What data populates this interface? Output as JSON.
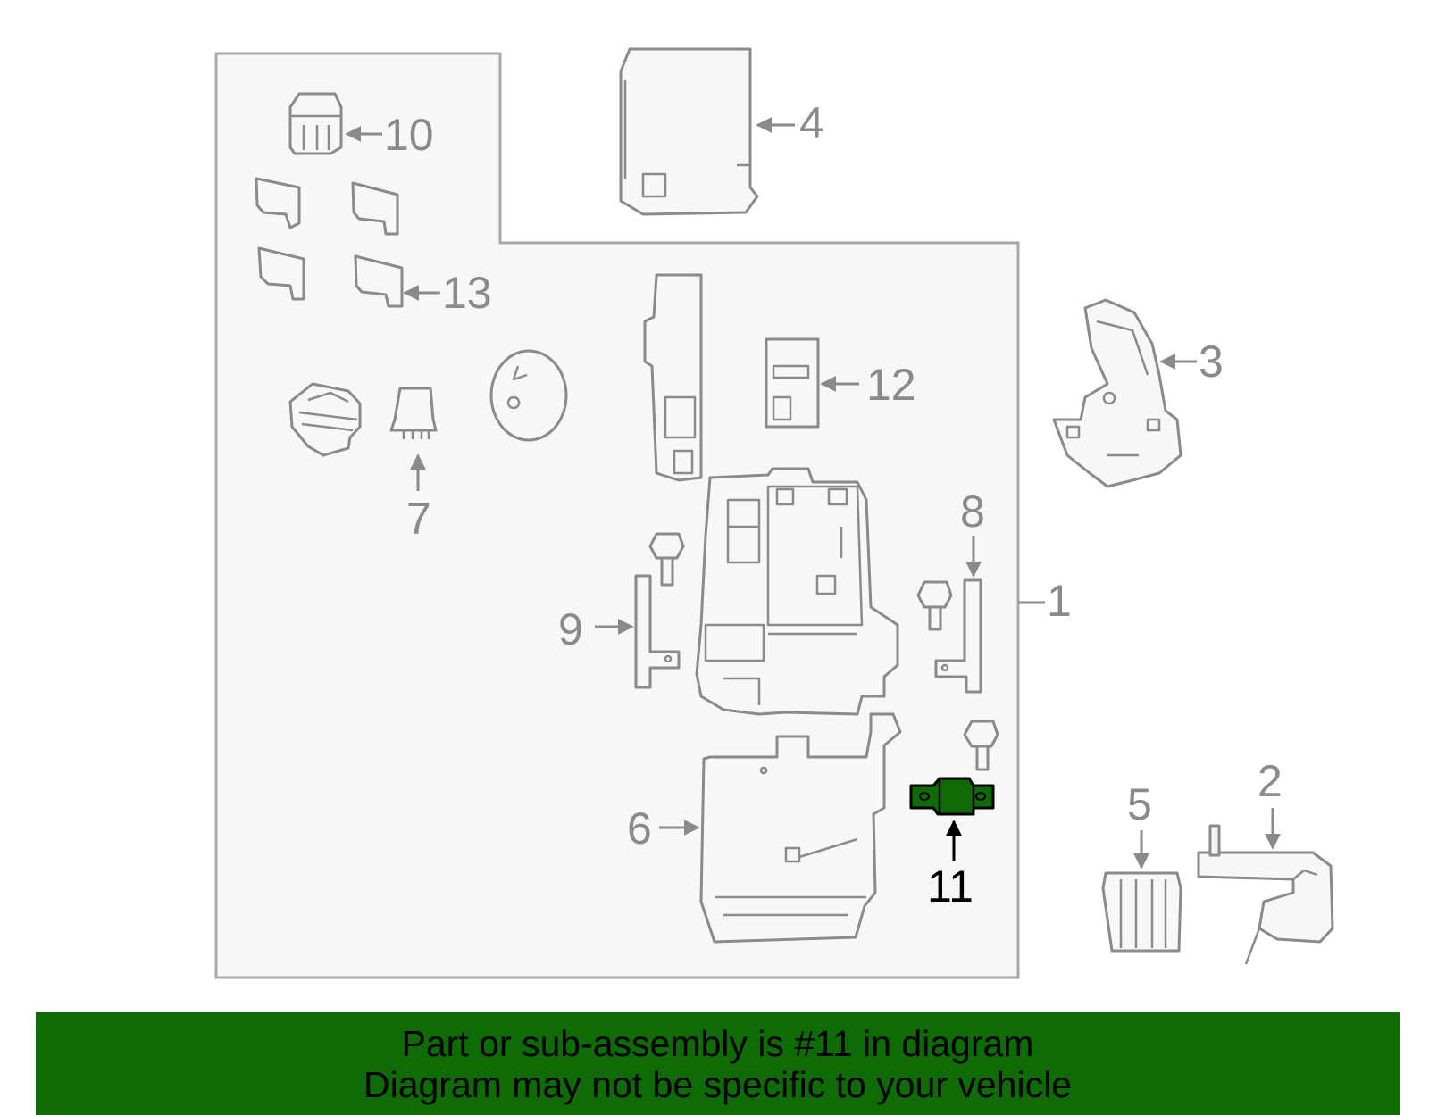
{
  "diagram": {
    "callouts": [
      "1",
      "2",
      "3",
      "4",
      "5",
      "6",
      "7",
      "8",
      "9",
      "10",
      "11",
      "12",
      "13"
    ],
    "highlighted_part": "11"
  },
  "banner": {
    "line1": "Part or sub-assembly is #11 in diagram",
    "line2": "Diagram may not be specific to your vehicle"
  },
  "colors": {
    "line_gray": "#8a8a8a",
    "panel_fill": "#f7f7f7",
    "highlight_green": "#0e6b06",
    "banner_green": "#0e6b06",
    "highlight_label": "#000000"
  }
}
